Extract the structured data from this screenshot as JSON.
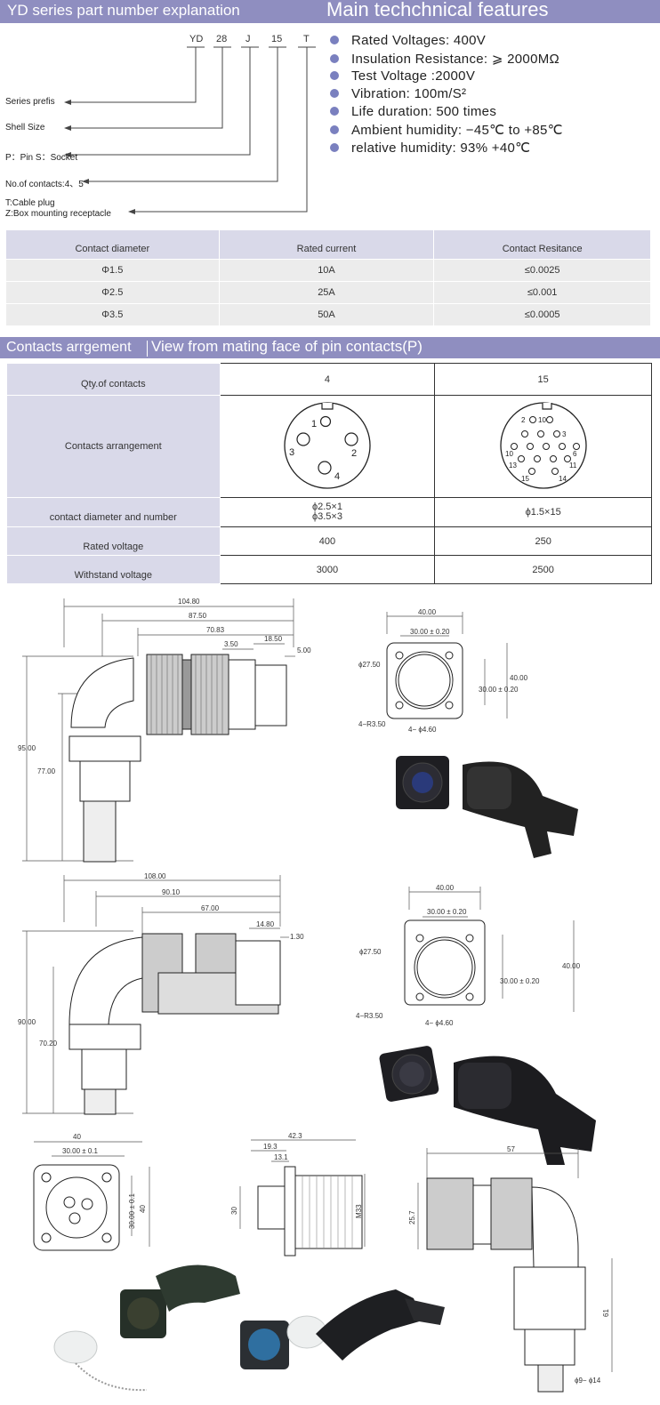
{
  "header": {
    "left_title": "YD series part number explanation",
    "right_title": "Main techchnical features"
  },
  "part_number": {
    "codes": [
      "YD",
      "28",
      "J",
      "15",
      "T"
    ],
    "labels": [
      "Series prefis",
      "Shell Size",
      "P：Pin   S：Socket",
      "No.of contacts:4、5",
      "T:Cable plug",
      "Z:Box mounting receptacle"
    ]
  },
  "features": [
    "Rated Voltages: 400V",
    "Insulation Resistance: ⩾ 2000MΩ",
    "Test Voltage :2000V",
    "Vibration: 100m/S²",
    "Life duration: 500 times",
    "Ambient humidity: −45℃ to +85℃",
    "relative humidity: 93% +40℃"
  ],
  "contact_table": {
    "headers": [
      "Contact diameter",
      "Rated current",
      "Contact Resitance"
    ],
    "rows": [
      [
        "Φ1.5",
        "10A",
        "≤0.0025"
      ],
      [
        "Φ2.5",
        "25A",
        "≤0.001"
      ],
      [
        "Φ3.5",
        "50A",
        "≤0.0005"
      ]
    ]
  },
  "section": {
    "title": "Contacts arrgement",
    "subtitle": "View from mating face of pin contacts(P)"
  },
  "arrangement_table": {
    "labels": [
      "Qty.of contacts",
      "Contacts arrangement",
      "contact diameter and number",
      "Rated voltage",
      "Withstand voltage"
    ],
    "col4": {
      "qty": "4",
      "diam_line1": "ϕ2.5×1",
      "diam_line2": "ϕ3.5×3",
      "rated": "400",
      "withstand": "3000",
      "pins": [
        "1",
        "2",
        "3",
        "4"
      ]
    },
    "col15": {
      "qty": "15",
      "diam": "ϕ1.5×15",
      "rated": "250",
      "withstand": "2500",
      "pins": [
        "2",
        "10",
        "3",
        "10",
        "6",
        "13",
        "11",
        "15",
        "14"
      ]
    }
  },
  "drawing1": {
    "dims": [
      "104.80",
      "87.50",
      "70.83",
      "3.50",
      "18.50",
      "5.00",
      "95.00",
      "77.00"
    ],
    "flange": [
      "40.00",
      "30.00 ± 0.20",
      "ϕ27.50",
      "40.00",
      "30.00 ± 0.20",
      "4−R3.50",
      "4− ϕ4.60"
    ]
  },
  "drawing2": {
    "dims": [
      "108.00",
      "90.10",
      "67.00",
      "14.80",
      "1.30",
      "90.00",
      "70.20"
    ],
    "flange": [
      "40.00",
      "30.00 ± 0.20",
      "ϕ27.50",
      "40.00",
      "30.00 ± 0.20",
      "4−R3.50",
      "4− ϕ4.60"
    ]
  },
  "drawing3": {
    "flange": [
      "40",
      "30.00 ± 0.1",
      "30.00 ± 0.1",
      "40"
    ],
    "side": [
      "42.3",
      "19.3",
      "13.1",
      "30",
      "M33"
    ],
    "plug": [
      "57",
      "25.7",
      "61",
      "ϕ9− ϕ14"
    ]
  },
  "colors": {
    "accent_bar": "#8f8ec0",
    "bullet": "#7a80bf",
    "table_head": "#d9d9e9",
    "table_row": "#ececec"
  }
}
